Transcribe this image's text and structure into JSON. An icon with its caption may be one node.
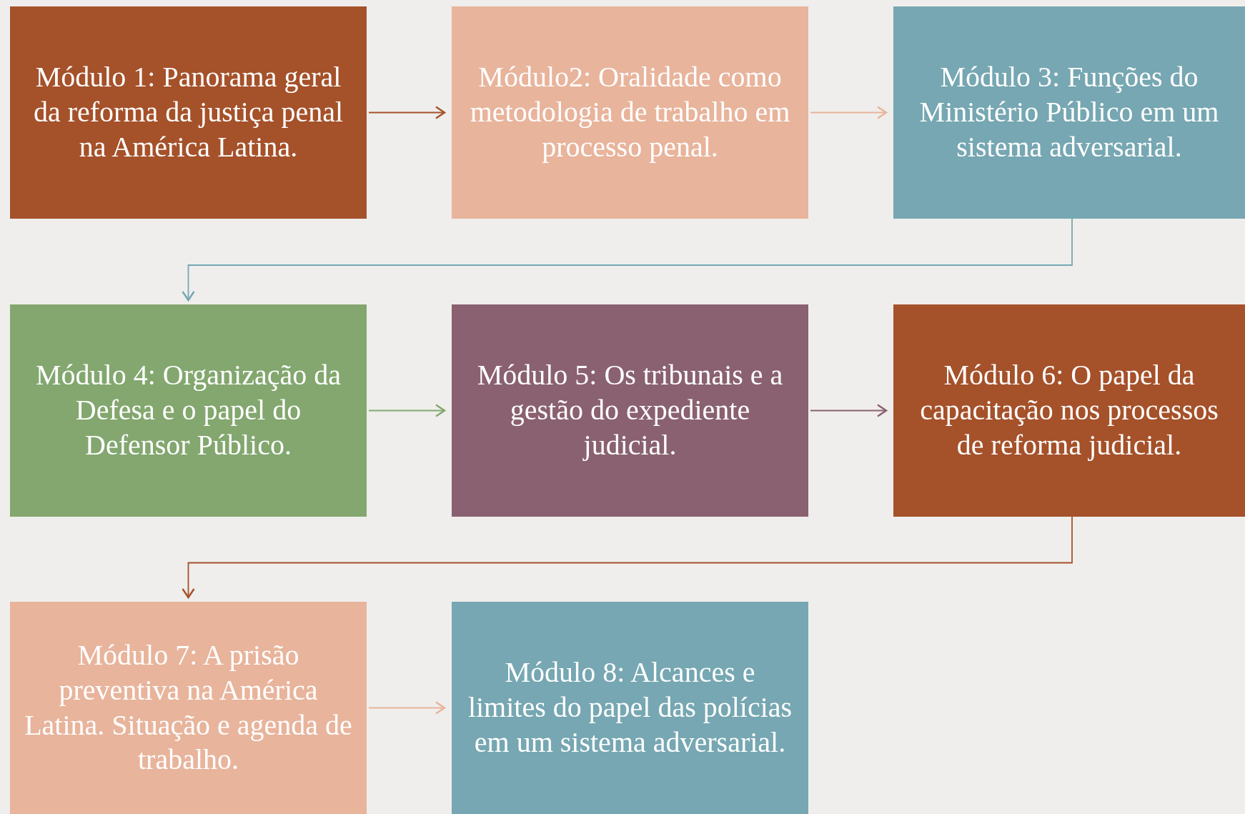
{
  "diagram": {
    "nodes": [
      {
        "text": [
          "Módulo 1: Panorama geral da reforma da justiça penal na América Latina."
        ]
      },
      {
        "text": [
          "Módulo2: Oralidade como metodologia de trabalho em processo penal."
        ]
      },
      {
        "text": [
          "Módulo 3: Funções do Ministério Público em um sistema adversarial."
        ]
      },
      {
        "text": [
          "Módulo 4: Organização da Defesa e o papel do Defensor Público."
        ]
      },
      {
        "text": [
          "Módulo 5: Os tribunais e a gestão do expediente judicial."
        ]
      },
      {
        "text": [
          "Módulo 6: O papel da capacitação nos processos de reforma judicial."
        ]
      },
      {
        "text": [
          "Módulo 7: A prisão preventiva na América Latina. Situação e agenda de trabalho."
        ]
      },
      {
        "text": [
          "Módulo 8: Alcances e limites do papel das polícias em um sistema adversarial."
        ]
      }
    ],
    "edges": [
      {
        "from": 0,
        "to": 1,
        "arrow": "to",
        "color": "#a5512a"
      },
      {
        "from": 1,
        "to": 2,
        "arrow": "to",
        "color": "#e8b49c"
      },
      {
        "from": 2,
        "to": 3,
        "arrow": "to",
        "color": "#76a7b2"
      },
      {
        "from": 3,
        "to": 4,
        "arrow": "to",
        "color": "#83a76f"
      },
      {
        "from": 4,
        "to": 5,
        "arrow": "to",
        "color": "#8a6170"
      },
      {
        "from": 5,
        "to": 6,
        "arrow": "to",
        "color": "#a5512a"
      },
      {
        "from": 6,
        "to": 7,
        "arrow": "to",
        "color": "#e8b49c"
      }
    ]
  }
}
